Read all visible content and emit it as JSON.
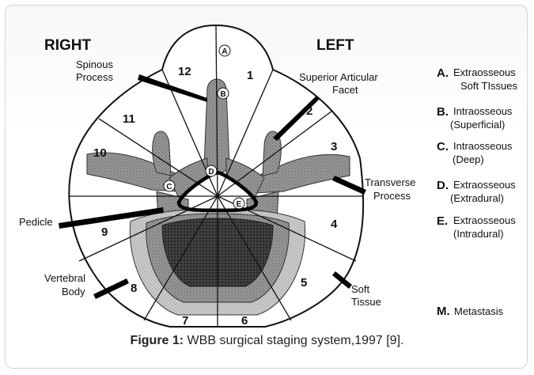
{
  "sides": {
    "right": "RIGHT",
    "left": "LEFT"
  },
  "zones": [
    "1",
    "2",
    "3",
    "4",
    "5",
    "6",
    "7",
    "8",
    "9",
    "10",
    "11",
    "12"
  ],
  "layer_markers": [
    "A",
    "B",
    "C",
    "D",
    "E"
  ],
  "labels": {
    "spinous_process": [
      "Spinous",
      "Process"
    ],
    "superior_articular_facet": [
      "Superior Articular",
      "Facet"
    ],
    "transverse_process": [
      "Transverse",
      "Process"
    ],
    "pedicle": "Pedicle",
    "vertebral_body": [
      "Vertebral",
      "Body"
    ],
    "soft_tissue": [
      "Soft",
      "Tissue"
    ]
  },
  "legend": [
    {
      "letter": "A.",
      "line1": "Extraosseous",
      "line2": "Soft TIssues"
    },
    {
      "letter": "B.",
      "line1": "Intraosseous",
      "line2": "(Superficial)"
    },
    {
      "letter": "C.",
      "line1": "Intraosseous",
      "line2": "(Deep)"
    },
    {
      "letter": "D.",
      "line1": "Extraosseous",
      "line2": "(Extradural)"
    },
    {
      "letter": "E.",
      "line1": "Extraosseous",
      "line2": "(Intradural)"
    },
    {
      "letter": "M.",
      "line1": "Metastasis",
      "line2": ""
    }
  ],
  "caption": {
    "label": "Figure 1:",
    "text": " WBB surgical staging system,1997 [9]."
  }
}
